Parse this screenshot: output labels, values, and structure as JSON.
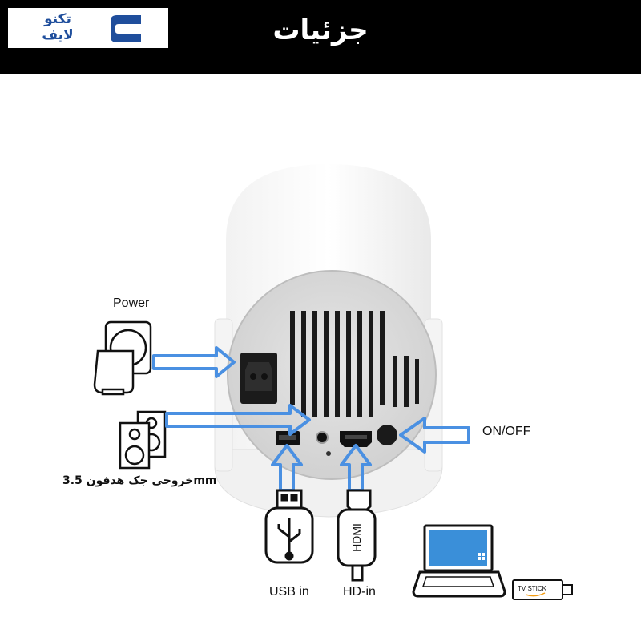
{
  "header": {
    "brand_line1": "تکنو",
    "brand_line2": "لایف",
    "title": "جزئیات"
  },
  "labels": {
    "power": "Power",
    "audio_out": "خروجی جک هدفون 3.5mm",
    "on_off": "ON/OFF",
    "usb_in": "USB in",
    "hd_in": "HD-in",
    "hdmi_mark": "HDMI",
    "tv_stick": "TV STICK"
  },
  "colors": {
    "header_bg": "#000000",
    "brand_blue": "#1f4e9c",
    "arrow_blue": "#4a90e2",
    "laptop_screen": "#3a8fd9"
  },
  "icons": [
    "power-socket-icon",
    "speaker-icon",
    "usb-icon",
    "hdmi-icon",
    "laptop-icon",
    "tv-stick-icon",
    "windows-logo-icon"
  ]
}
